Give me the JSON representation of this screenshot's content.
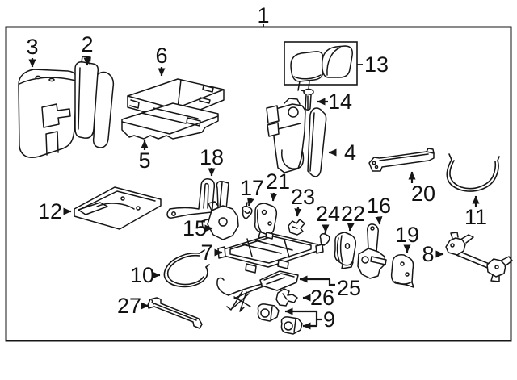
{
  "diagram_title": "1",
  "colors": {
    "background": "#ffffff",
    "ink": "#161616"
  },
  "callouts": {
    "c1": {
      "label": "1"
    },
    "c2": {
      "label": "2"
    },
    "c3": {
      "label": "3"
    },
    "c4": {
      "label": "4"
    },
    "c5": {
      "label": "5"
    },
    "c6": {
      "label": "6"
    },
    "c7": {
      "label": "7"
    },
    "c8": {
      "label": "8"
    },
    "c9": {
      "label": "9"
    },
    "c10": {
      "label": "10"
    },
    "c11": {
      "label": "11"
    },
    "c12": {
      "label": "12"
    },
    "c13": {
      "label": "13"
    },
    "c14": {
      "label": "14"
    },
    "c15": {
      "label": "15"
    },
    "c16": {
      "label": "16"
    },
    "c17": {
      "label": "17"
    },
    "c18": {
      "label": "18"
    },
    "c19": {
      "label": "19"
    },
    "c20": {
      "label": "20"
    },
    "c21": {
      "label": "21"
    },
    "c22": {
      "label": "22"
    },
    "c23": {
      "label": "23"
    },
    "c24": {
      "label": "24"
    },
    "c25": {
      "label": "25"
    },
    "c26": {
      "label": "26"
    },
    "c27": {
      "label": "27"
    }
  }
}
